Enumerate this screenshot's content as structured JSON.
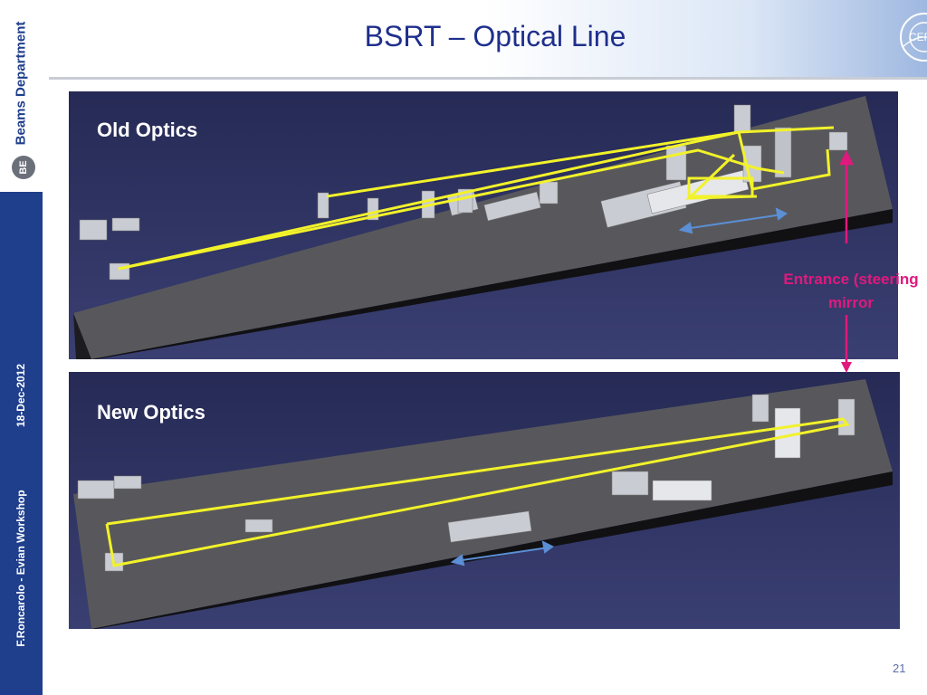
{
  "sidebar": {
    "department": "Beams Department",
    "logo_text": "BE",
    "date": "18-Dec-2012",
    "author": "F.Roncarolo - Evian Workshop"
  },
  "header": {
    "title": "BSRT – Optical Line",
    "logo_text": "CERN"
  },
  "panels": {
    "old": {
      "label": "Old Optics"
    },
    "new": {
      "label": "New Optics"
    }
  },
  "annotation": {
    "line1": "Entrance (steering",
    "line2": "mirror"
  },
  "footer": {
    "page_number": "21"
  },
  "colors": {
    "beam_path": "#f2f22a",
    "arrow_blue": "#5b8fd6",
    "annotation": "#e0197d",
    "sidebar_blue": "#1f3f8c",
    "title_blue": "#1f2f8c"
  }
}
